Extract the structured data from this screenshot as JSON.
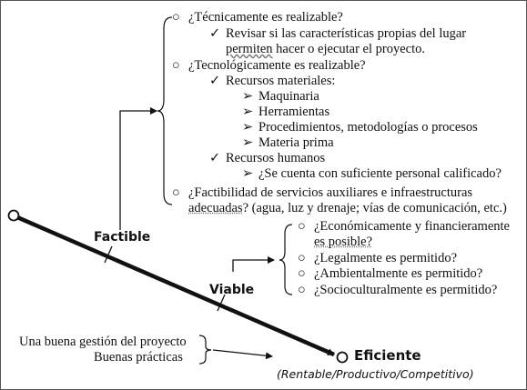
{
  "path_labels": {
    "factible": "Factible",
    "viable": "Viable",
    "eficiente": "Eficiente",
    "eficiente_sub": "(Rentable/Productivo/Competitivo)"
  },
  "factible_criteria": {
    "tecnicamente": {
      "marker": "○",
      "text": "¿Técnicamente es realizable?",
      "detail": {
        "marker": "✓",
        "line1": "Revisar si las características propias del lugar",
        "line2_underlined": "permiten",
        "line2_rest": " hacer o ejecutar el proyecto."
      }
    },
    "tecnologicamente": {
      "marker": "○",
      "text": "¿Tecnológicamente es realizable?",
      "materiales": {
        "marker": "✓",
        "text": "Recursos materiales:",
        "bullet": "➢",
        "items": [
          "Maquinaria",
          "Herramientas",
          "Procedimientos, metodologías o procesos",
          "Materia prima"
        ]
      },
      "humanos": {
        "marker": "✓",
        "text": "Recursos humanos",
        "bullet": "➢",
        "items": [
          "¿Se cuenta con suficiente personal calificado?"
        ]
      }
    },
    "servicios": {
      "marker": "○",
      "line1": "¿Factibilidad de servicios auxiliares e infraestructuras",
      "line2_underlined": "adecuadas",
      "line2_rest": "? (agua, luz y drenaje; vías de comunicación, etc.)"
    }
  },
  "viable_criteria": {
    "marker": "○",
    "economico_line1": "¿Económicamente y financieramente",
    "economico_line2": "es posible?",
    "items": [
      "¿Legalmente es permitido?",
      "¿Ambientalmente es permitido?",
      "¿Socioculturalmente es permitido?"
    ]
  },
  "eficiente_inputs": [
    "Una buena gestión del proyecto",
    "Buenas prácticas"
  ]
}
